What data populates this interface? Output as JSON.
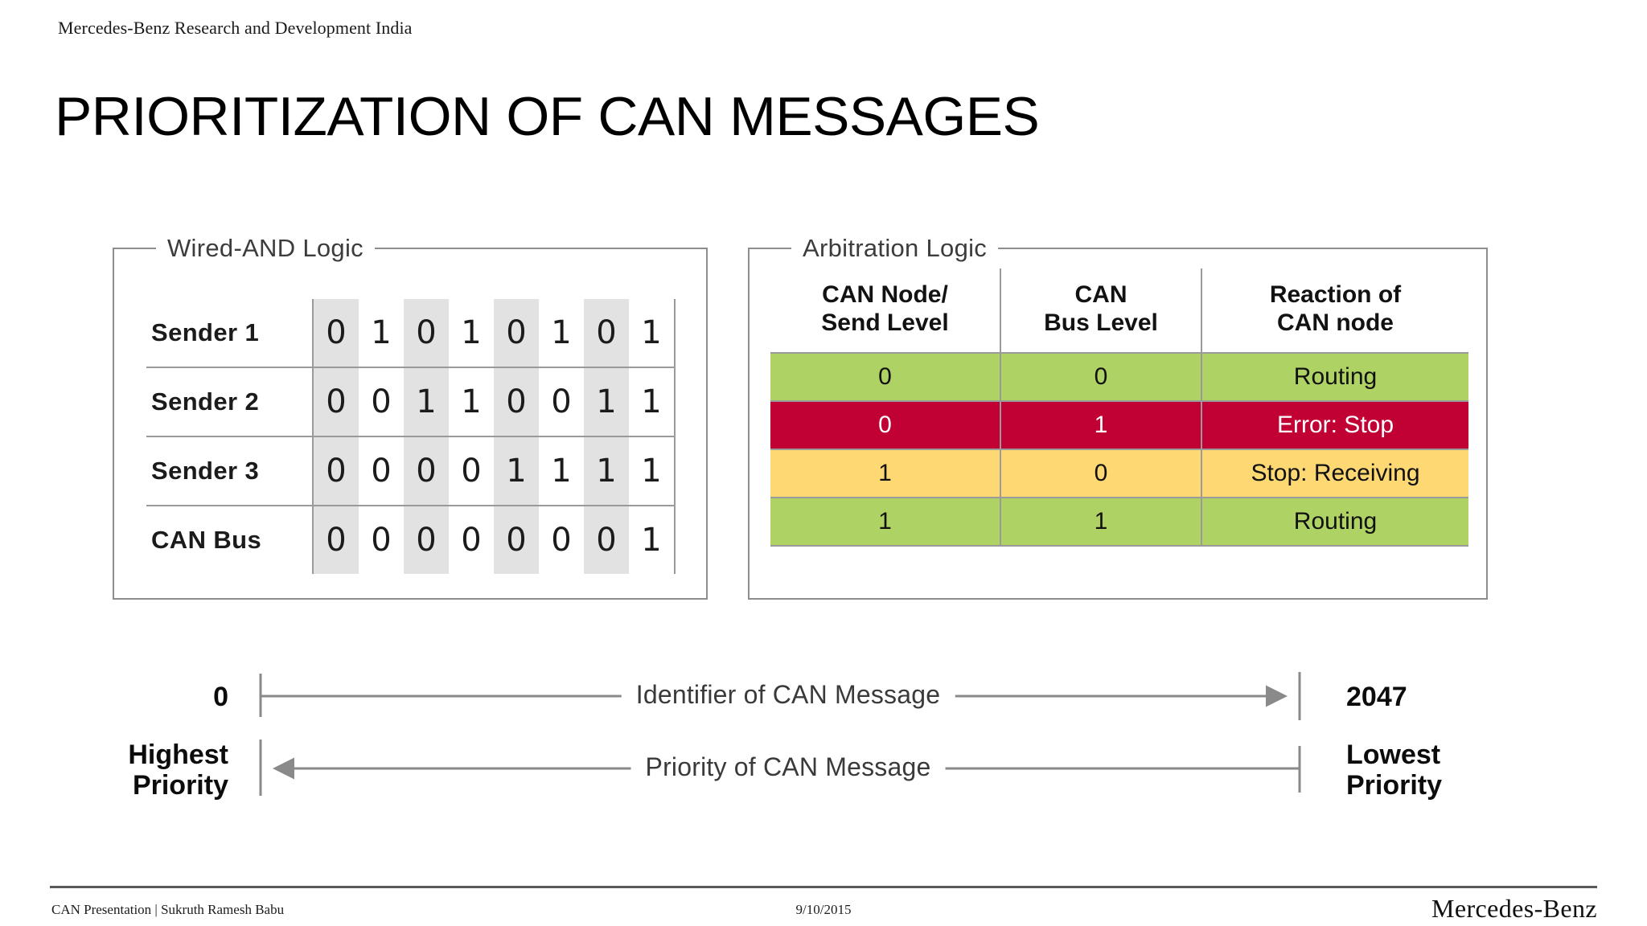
{
  "header": {
    "eyebrow": "Mercedes-Benz Research and Development India",
    "title": "PRIORITIZATION OF CAN MESSAGES"
  },
  "wired_and": {
    "legend": "Wired-AND Logic",
    "rows": [
      {
        "label": "Sender 1",
        "bits": [
          "0",
          "1",
          "0",
          "1",
          "0",
          "1",
          "0",
          "1"
        ]
      },
      {
        "label": "Sender 2",
        "bits": [
          "0",
          "0",
          "1",
          "1",
          "0",
          "0",
          "1",
          "1"
        ]
      },
      {
        "label": "Sender 3",
        "bits": [
          "0",
          "0",
          "0",
          "0",
          "1",
          "1",
          "1",
          "1"
        ]
      },
      {
        "label": "CAN Bus",
        "bits": [
          "0",
          "0",
          "0",
          "0",
          "0",
          "0",
          "0",
          "1"
        ]
      }
    ]
  },
  "arbitration": {
    "legend": "Arbitration Logic",
    "headers": [
      "CAN Node/\nSend Level",
      "CAN\nBus Level",
      "Reaction of\nCAN node"
    ],
    "rows": [
      {
        "send_level": "0",
        "bus_level": "0",
        "reaction": "Routing",
        "color": "#aed263",
        "state": "green"
      },
      {
        "send_level": "0",
        "bus_level": "1",
        "reaction": "Error: Stop",
        "color": "#c10033",
        "state": "red"
      },
      {
        "send_level": "1",
        "bus_level": "0",
        "reaction": "Stop: Receiving",
        "color": "#fdd873",
        "state": "amber"
      },
      {
        "send_level": "1",
        "bus_level": "1",
        "reaction": "Routing",
        "color": "#aed263",
        "state": "green"
      }
    ]
  },
  "arrow_diagram": {
    "identifier": {
      "left_cap": "0",
      "right_cap": "2047",
      "label": "Identifier of CAN Message",
      "direction": "right"
    },
    "priority": {
      "left_cap": "Highest\nPriority",
      "right_cap": "Lowest\nPriority",
      "label": "Priority of CAN Message",
      "direction": "left"
    }
  },
  "footer": {
    "left": "CAN Presentation | Sukruth Ramesh Babu",
    "date": "9/10/2015",
    "logo": "Mercedes-Benz"
  }
}
